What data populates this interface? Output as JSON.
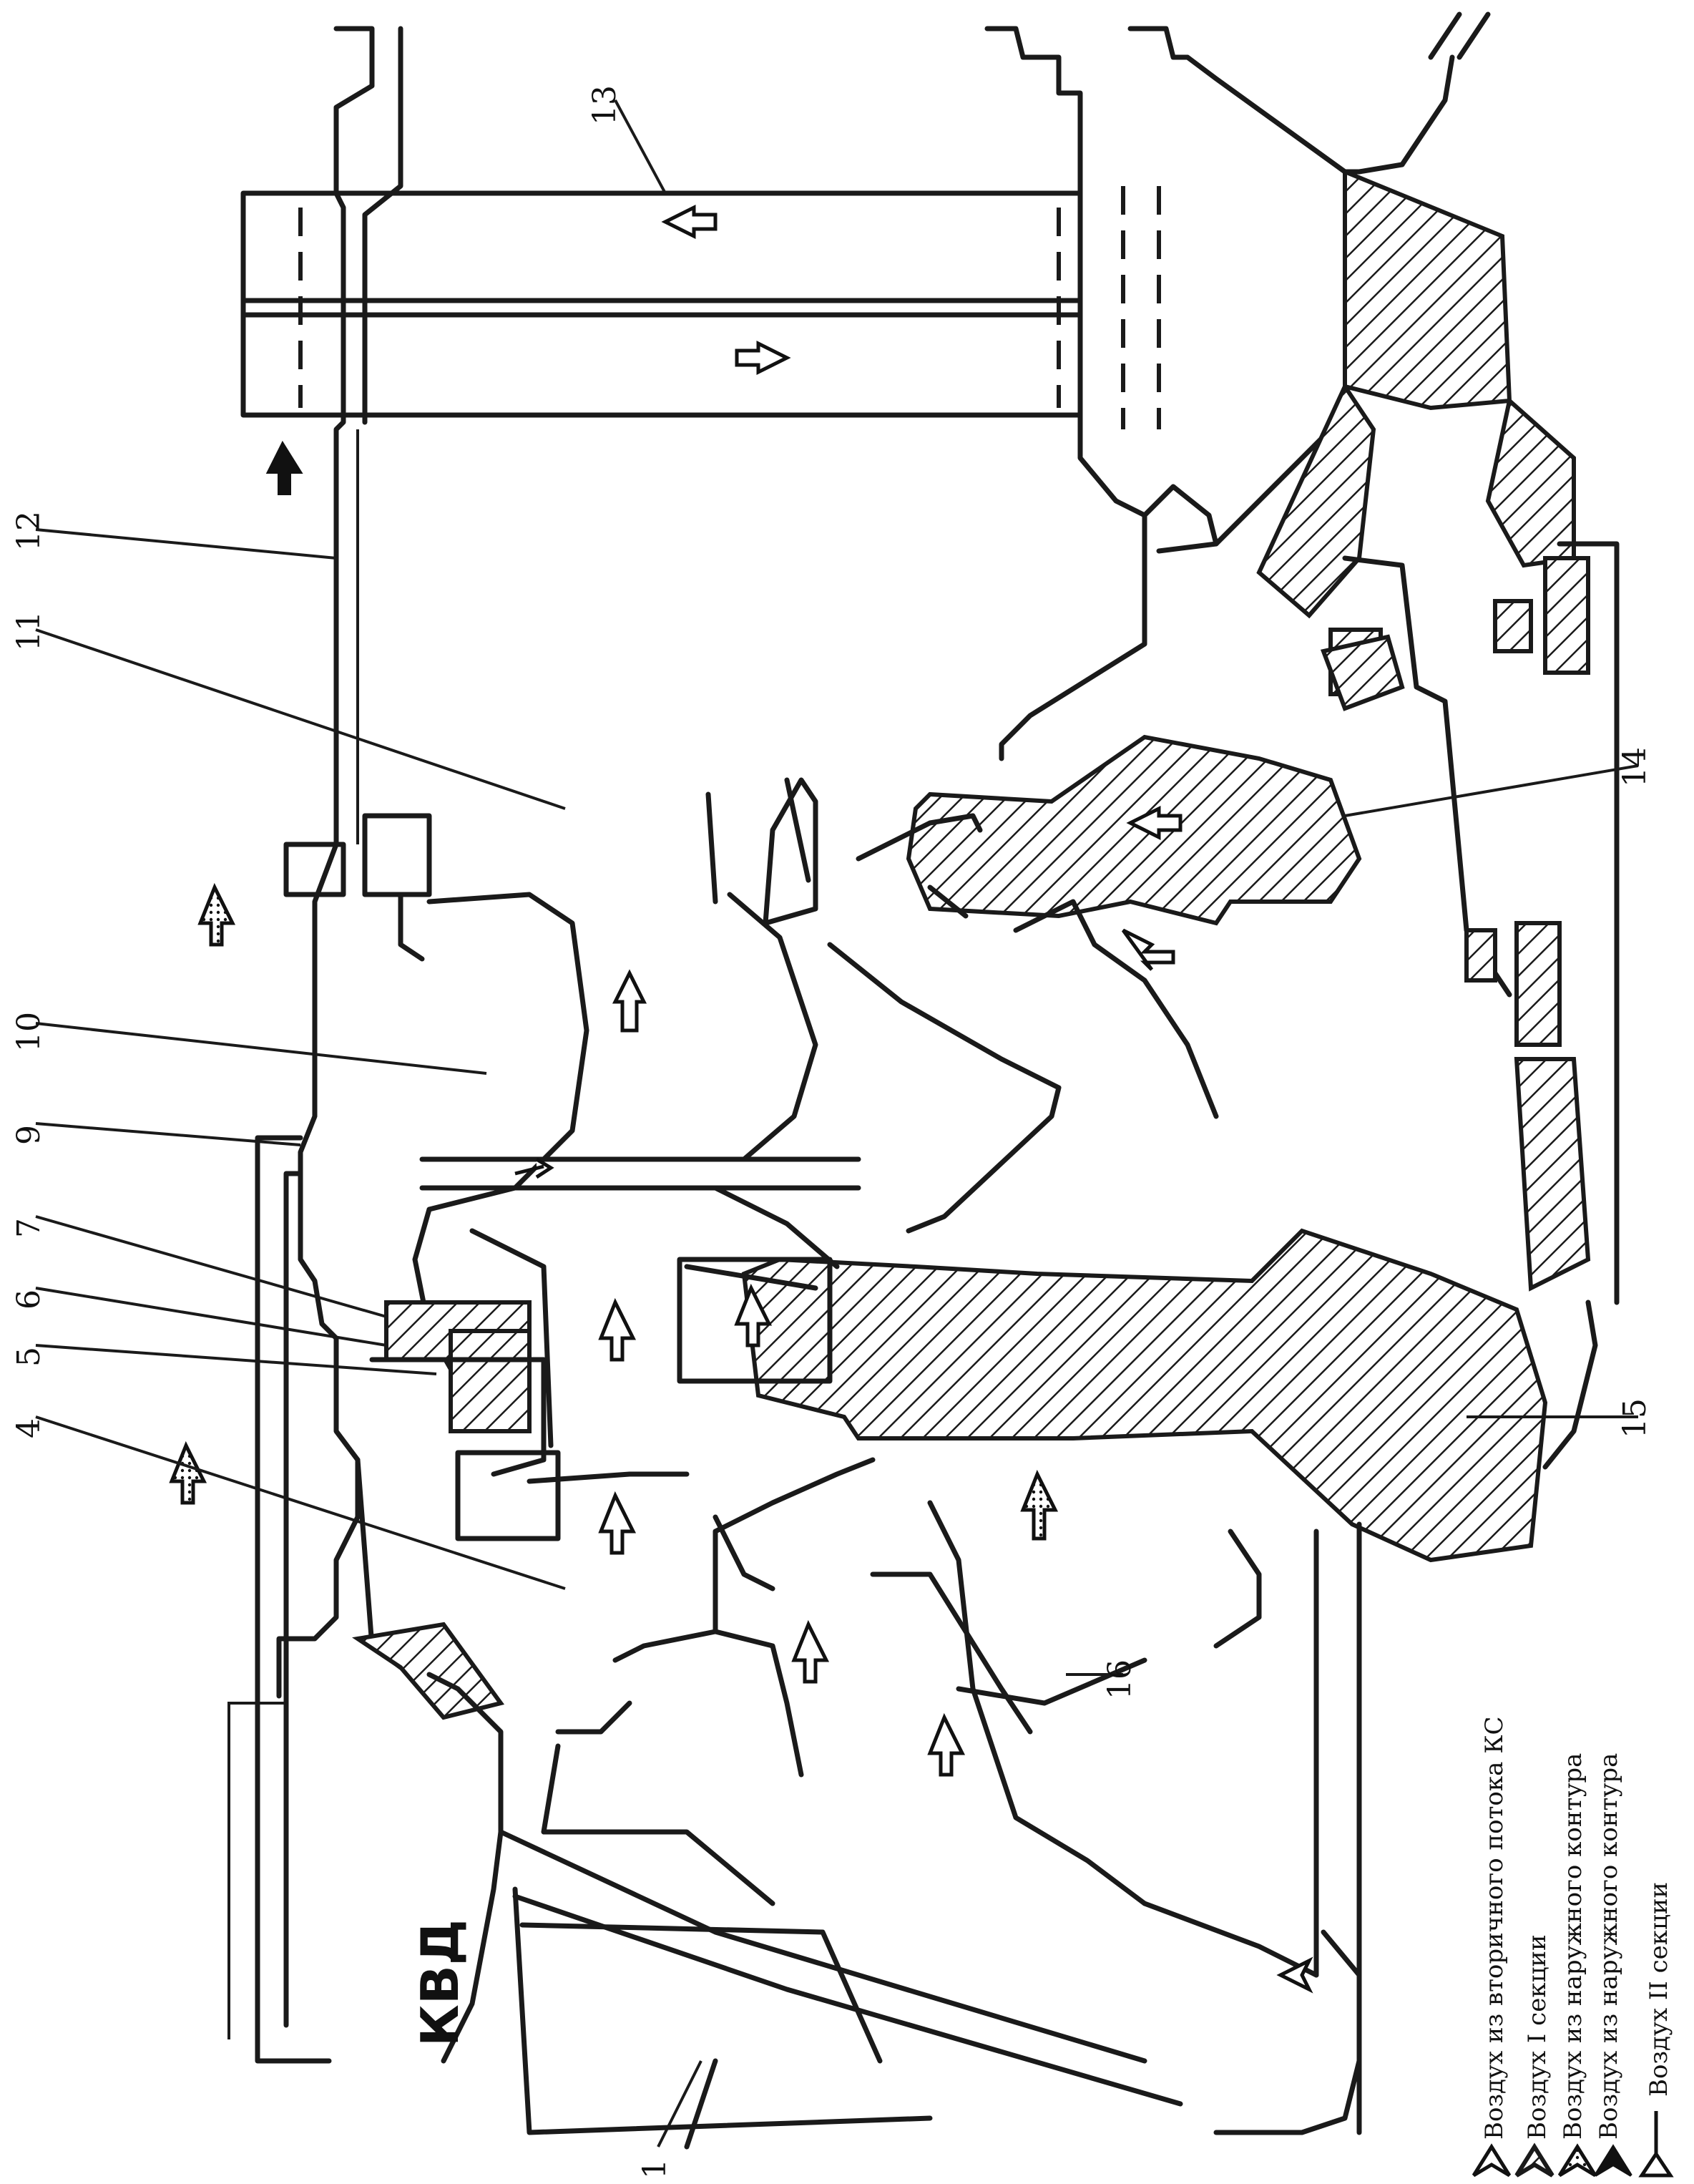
{
  "diagram": {
    "callouts": [
      "1",
      "4",
      "5",
      "6",
      "7",
      "9",
      "10",
      "11",
      "12",
      "13",
      "14",
      "15",
      "16"
    ],
    "compressor_label": "КВД",
    "legend": [
      {
        "text": "Воздух из вторичного потока КС",
        "arrow": "open-chevron"
      },
      {
        "text": "Воздух  I секции",
        "arrow": "hatched"
      },
      {
        "text": "Воздух из наружного контура",
        "arrow": "dotted"
      },
      {
        "text": "Воздух из наружного контура",
        "arrow": "solid"
      },
      {
        "text": "Воздух II секции",
        "arrow": "line-open"
      }
    ]
  }
}
